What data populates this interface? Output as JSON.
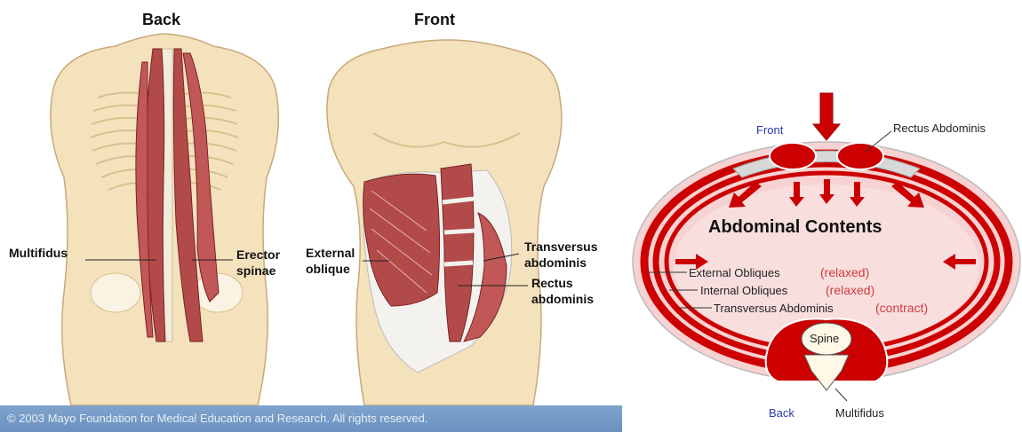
{
  "left": {
    "back_title": "Back",
    "front_title": "Front",
    "labels": {
      "multifidus": "Multifidus",
      "erector_1": "Erector",
      "erector_2": "spinae",
      "external_1": "External",
      "external_2": "oblique",
      "transversus_1": "Transversus",
      "transversus_2": "abdominis",
      "rectus_1": "Rectus",
      "rectus_2": "abdominis"
    },
    "copyright": "© 2003 Mayo Foundation for Medical Education and Research. All rights reserved."
  },
  "right": {
    "front": "Front",
    "rectus": "Rectus Abdominis",
    "contents": "Abdominal Contents",
    "ext_obliques": "External Obliques",
    "ext_state": "(relaxed)",
    "int_obliques": "Internal Obliques",
    "int_state": "(relaxed)",
    "transversus": "Transversus Abdominis",
    "trans_state": "(contract)",
    "spine": "Spine",
    "back": "Back",
    "multifidus": "Multifidus"
  },
  "colors": {
    "muscle": "#cc0000",
    "muscle_light": "#b34a4a",
    "skin": "#f4e2bd",
    "cavity": "#f7d2d2",
    "banner": "#7095c2"
  }
}
